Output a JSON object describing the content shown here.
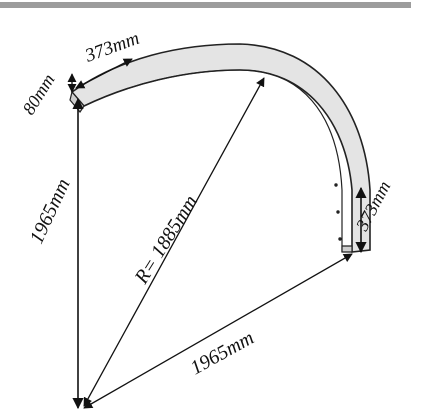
{
  "diagram": {
    "type": "arch-dimension-drawing",
    "colors": {
      "top_bar": "#9c9c9c",
      "arch_fill": "#e4e4e4",
      "arch_stroke": "#222222",
      "dimension_line": "#111111"
    },
    "labels": {
      "top_width": "373mm",
      "top_thickness": "80mm",
      "left_height": "1965mm",
      "radius": "R= 1885mm",
      "right_width": "373mm",
      "base_span": "1965mm"
    }
  }
}
